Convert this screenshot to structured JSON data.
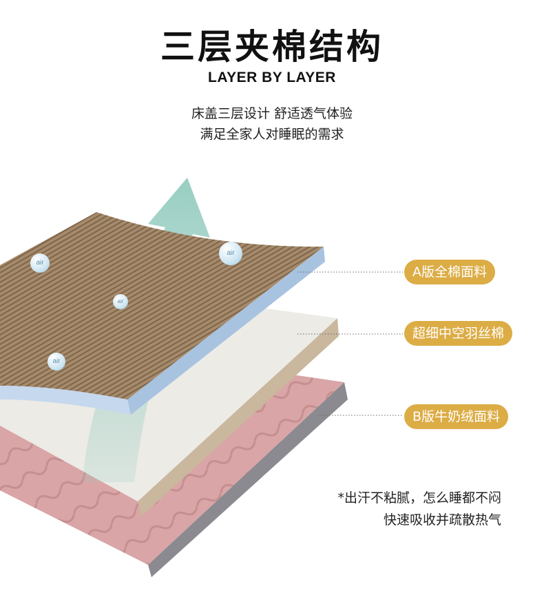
{
  "header": {
    "title": "三层夹棉结构",
    "subtitle": "LAYER BY LAYER",
    "desc_line1": "床盖三层设计 舒适透气体验",
    "desc_line2": "满足全家人对睡眠的需求"
  },
  "layers": [
    {
      "label": "A版全棉面料"
    },
    {
      "label": "超细中空羽丝棉"
    },
    {
      "label": "B版牛奶绒面料"
    }
  ],
  "bubbles": [
    "air",
    "air",
    "air",
    "air"
  ],
  "notes": {
    "line1": "*出汗不粘腻，怎么睡都不闷",
    "line2": "快速吸收并疏散热气"
  },
  "colors": {
    "accent": "#dcac45",
    "floral": "#9c8266",
    "pink": "#d8a3a3",
    "arrow": "#8fc9bd"
  }
}
